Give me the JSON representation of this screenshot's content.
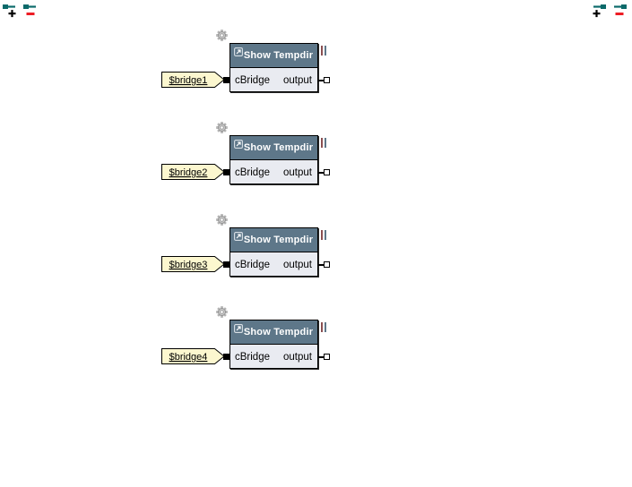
{
  "colors": {
    "canvas_bg": "#ffffff",
    "header_bg": "#5e7789",
    "header_text": "#ffffff",
    "body_bg": "#e9ebf1",
    "label_bg": "#fcf7cf",
    "teal_tool": "#0c6a6a",
    "plus_glyph": "#000000",
    "minus_glyph": "#ed1c24",
    "maroon_bar": "#8a4f51",
    "slate_bar": "#5e7789"
  },
  "corner_tools": {
    "top_left": [
      {
        "name": "insert-input",
        "glyph": "+"
      },
      {
        "name": "remove-input",
        "glyph": "−"
      }
    ],
    "top_right": [
      {
        "name": "insert-output",
        "glyph": "+"
      },
      {
        "name": "remove-output",
        "glyph": "−"
      }
    ]
  },
  "components": [
    {
      "title": "Show Tempdir",
      "input_label": "$bridge1",
      "param_in": "cBridge",
      "param_out": "output"
    },
    {
      "title": "Show Tempdir",
      "input_label": "$bridge2",
      "param_in": "cBridge",
      "param_out": "output"
    },
    {
      "title": "Show Tempdir",
      "input_label": "$bridge3",
      "param_in": "cBridge",
      "param_out": "output"
    },
    {
      "title": "Show Tempdir",
      "input_label": "$bridge4",
      "param_in": "cBridge",
      "param_out": "output"
    }
  ]
}
